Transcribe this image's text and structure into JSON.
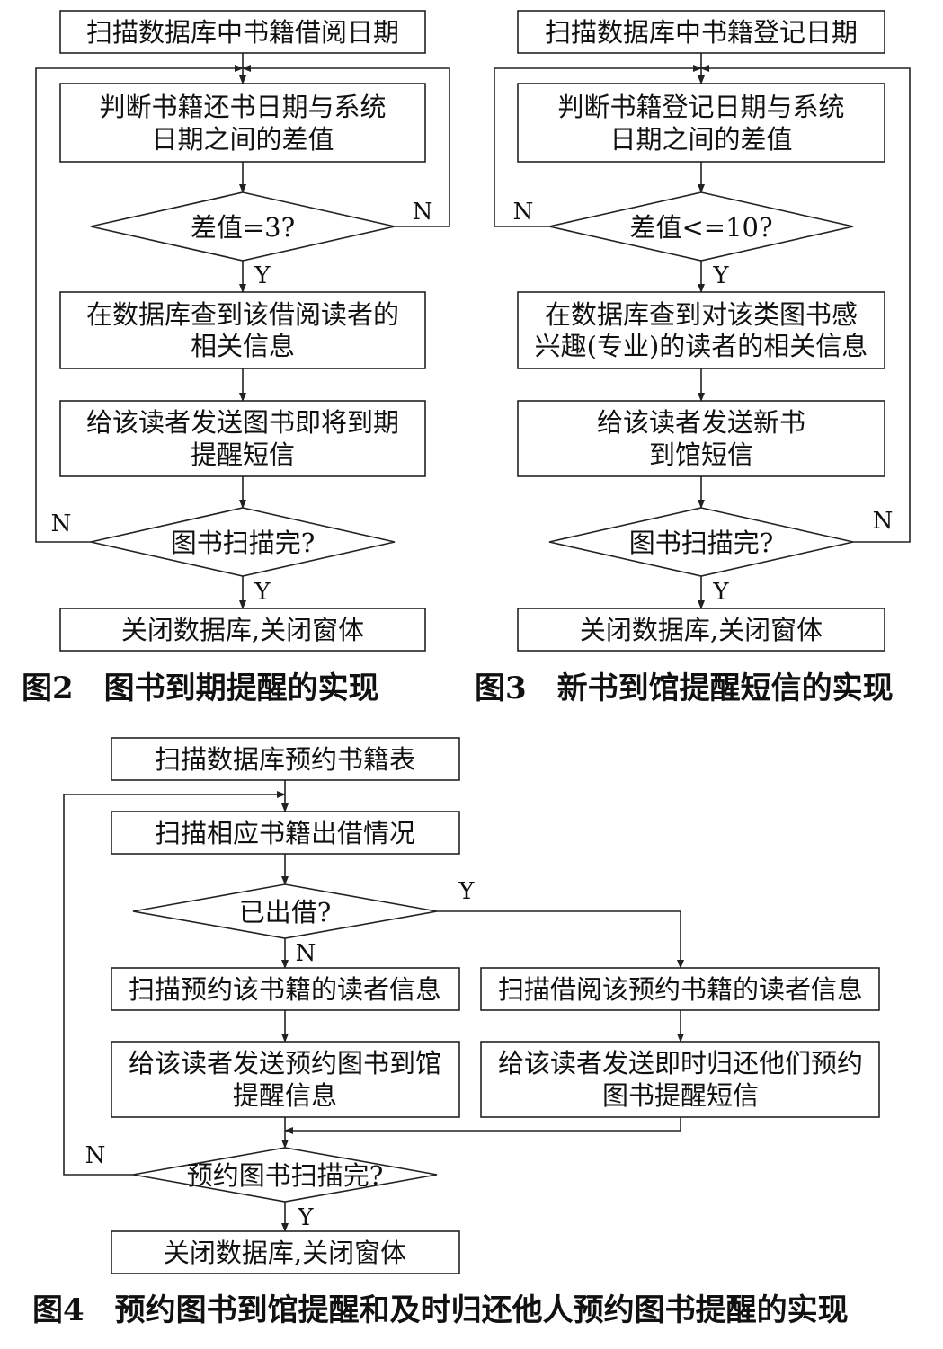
{
  "colors": {
    "line": "#222222",
    "text": "#111111",
    "background": "#ffffff"
  },
  "fig2": {
    "caption": "图2　图书到期提醒的实现",
    "scan": "扫描数据库中书籍借阅日期",
    "judge": [
      "判断书籍还书日期与系统",
      "日期之间的差值"
    ],
    "decision_diff": "差值=3?",
    "lookup": [
      "在数据库查到该借阅读者的",
      "相关信息"
    ],
    "send": [
      "给该读者发送图书即将到期",
      "提醒短信"
    ],
    "decision_done": "图书扫描完?",
    "close": "关闭数据库,关闭窗体",
    "label_no_diff": "N",
    "label_yes_diff": "Y",
    "label_no_done": "N",
    "label_yes_done": "Y"
  },
  "fig3": {
    "caption": "图3　新书到馆提醒短信的实现",
    "scan": "扫描数据库中书籍登记日期",
    "judge": [
      "判断书籍登记日期与系统",
      "日期之间的差值"
    ],
    "decision_diff": "差值<=10?",
    "lookup": [
      "在数据库查到对该类图书感",
      "兴趣(专业)的读者的相关信息"
    ],
    "send": [
      "给该读者发送新书",
      "到馆短信"
    ],
    "decision_done": "图书扫描完?",
    "close": "关闭数据库,关闭窗体",
    "label_no_diff": "N",
    "label_yes_diff": "Y",
    "label_no_done": "N",
    "label_yes_done": "Y"
  },
  "fig4": {
    "caption": "图4　预约图书到馆提醒和及时归还他人预约图书提醒的实现",
    "scan_table": "扫描数据库预约书籍表",
    "scan_status": "扫描相应书籍出借情况",
    "decision_borrowed": "已出借?",
    "left_scan": "扫描预约该书籍的读者信息",
    "right_scan": "扫描借阅该预约书籍的读者信息",
    "left_send": [
      "给该读者发送预约图书到馆",
      "提醒信息"
    ],
    "right_send": [
      "给该读者发送即时归还他们预约",
      "图书提醒短信"
    ],
    "decision_done": "预约图书扫描完?",
    "close": "关闭数据库,关闭窗体",
    "label_yes_borrowed": "Y",
    "label_no_borrowed": "N",
    "label_no_done": "N",
    "label_yes_done": "Y"
  }
}
